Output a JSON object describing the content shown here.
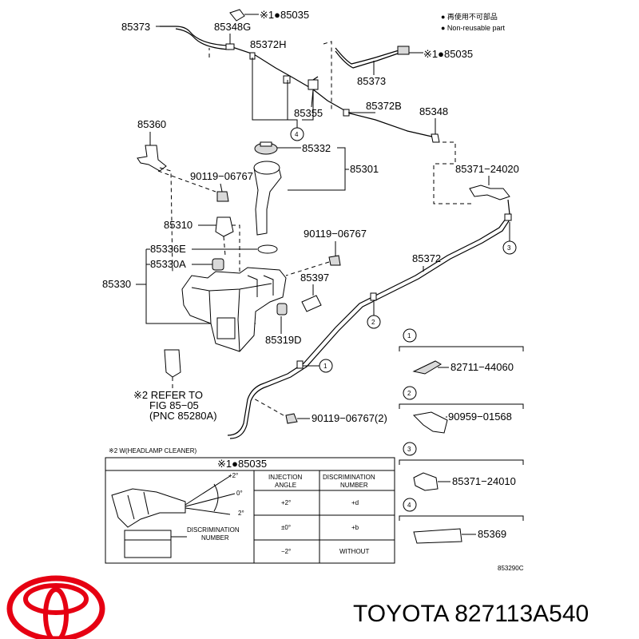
{
  "legend": {
    "line1": "● 再使用不可部品",
    "line2": "● Non-reusable part"
  },
  "labels": {
    "p85373_top": "85373",
    "p85035_top": "※1●85035",
    "p85348G": "85348G",
    "p85372H": "85372H",
    "p85035_right": "※1●85035",
    "p85373_right": "85373",
    "p85355": "85355",
    "p85372B": "85372B",
    "p85348": "85348",
    "p85360": "85360",
    "p85332": "85332",
    "p85301": "85301",
    "p90119a": "90119−06767",
    "p85371_24020": "85371−24020",
    "p85310": "85310",
    "p90119b": "90119−06767",
    "p85336E": "85336E",
    "p85372": "85372",
    "p85330A": "85330A",
    "p85330": "85330",
    "p85397": "85397",
    "p85319D": "85319D",
    "p90119c": "90119−06767(2)",
    "refer1": "※2 REFER TO",
    "refer2": "FIG 85−05",
    "refer3": "(PNC 85280A)",
    "c1": "1",
    "c2": "2",
    "c3": "3",
    "c4": "4"
  },
  "inset": {
    "note": "※2 W(HEADLAMP CLEANER)",
    "header": "※1●85035",
    "col1": [
      "INJECTION",
      "ANGLE"
    ],
    "col2": [
      "DISCRIMINATION",
      "NUMBER"
    ],
    "rows": [
      {
        "angle": "+2°",
        "number": "+d"
      },
      {
        "angle": "±0°",
        "number": "+b"
      },
      {
        "angle": "−2°",
        "number": "WITHOUT"
      }
    ],
    "ang_plus": "+2°",
    "ang_zero": "0°",
    "ang_minus": "2°",
    "disc1": "DISCRIMINATION",
    "disc2": "NUMBER"
  },
  "side": {
    "s1": {
      "num": "1",
      "part": "82711−44060"
    },
    "s2": {
      "num": "2",
      "part": "90959−01568"
    },
    "s3": {
      "num": "3",
      "part": "85371−24010"
    },
    "s4": {
      "num": "4",
      "part": "85369"
    }
  },
  "code": "853290C",
  "brand_text": "TOYOTA 827113A540",
  "brand_color": "#e60012"
}
